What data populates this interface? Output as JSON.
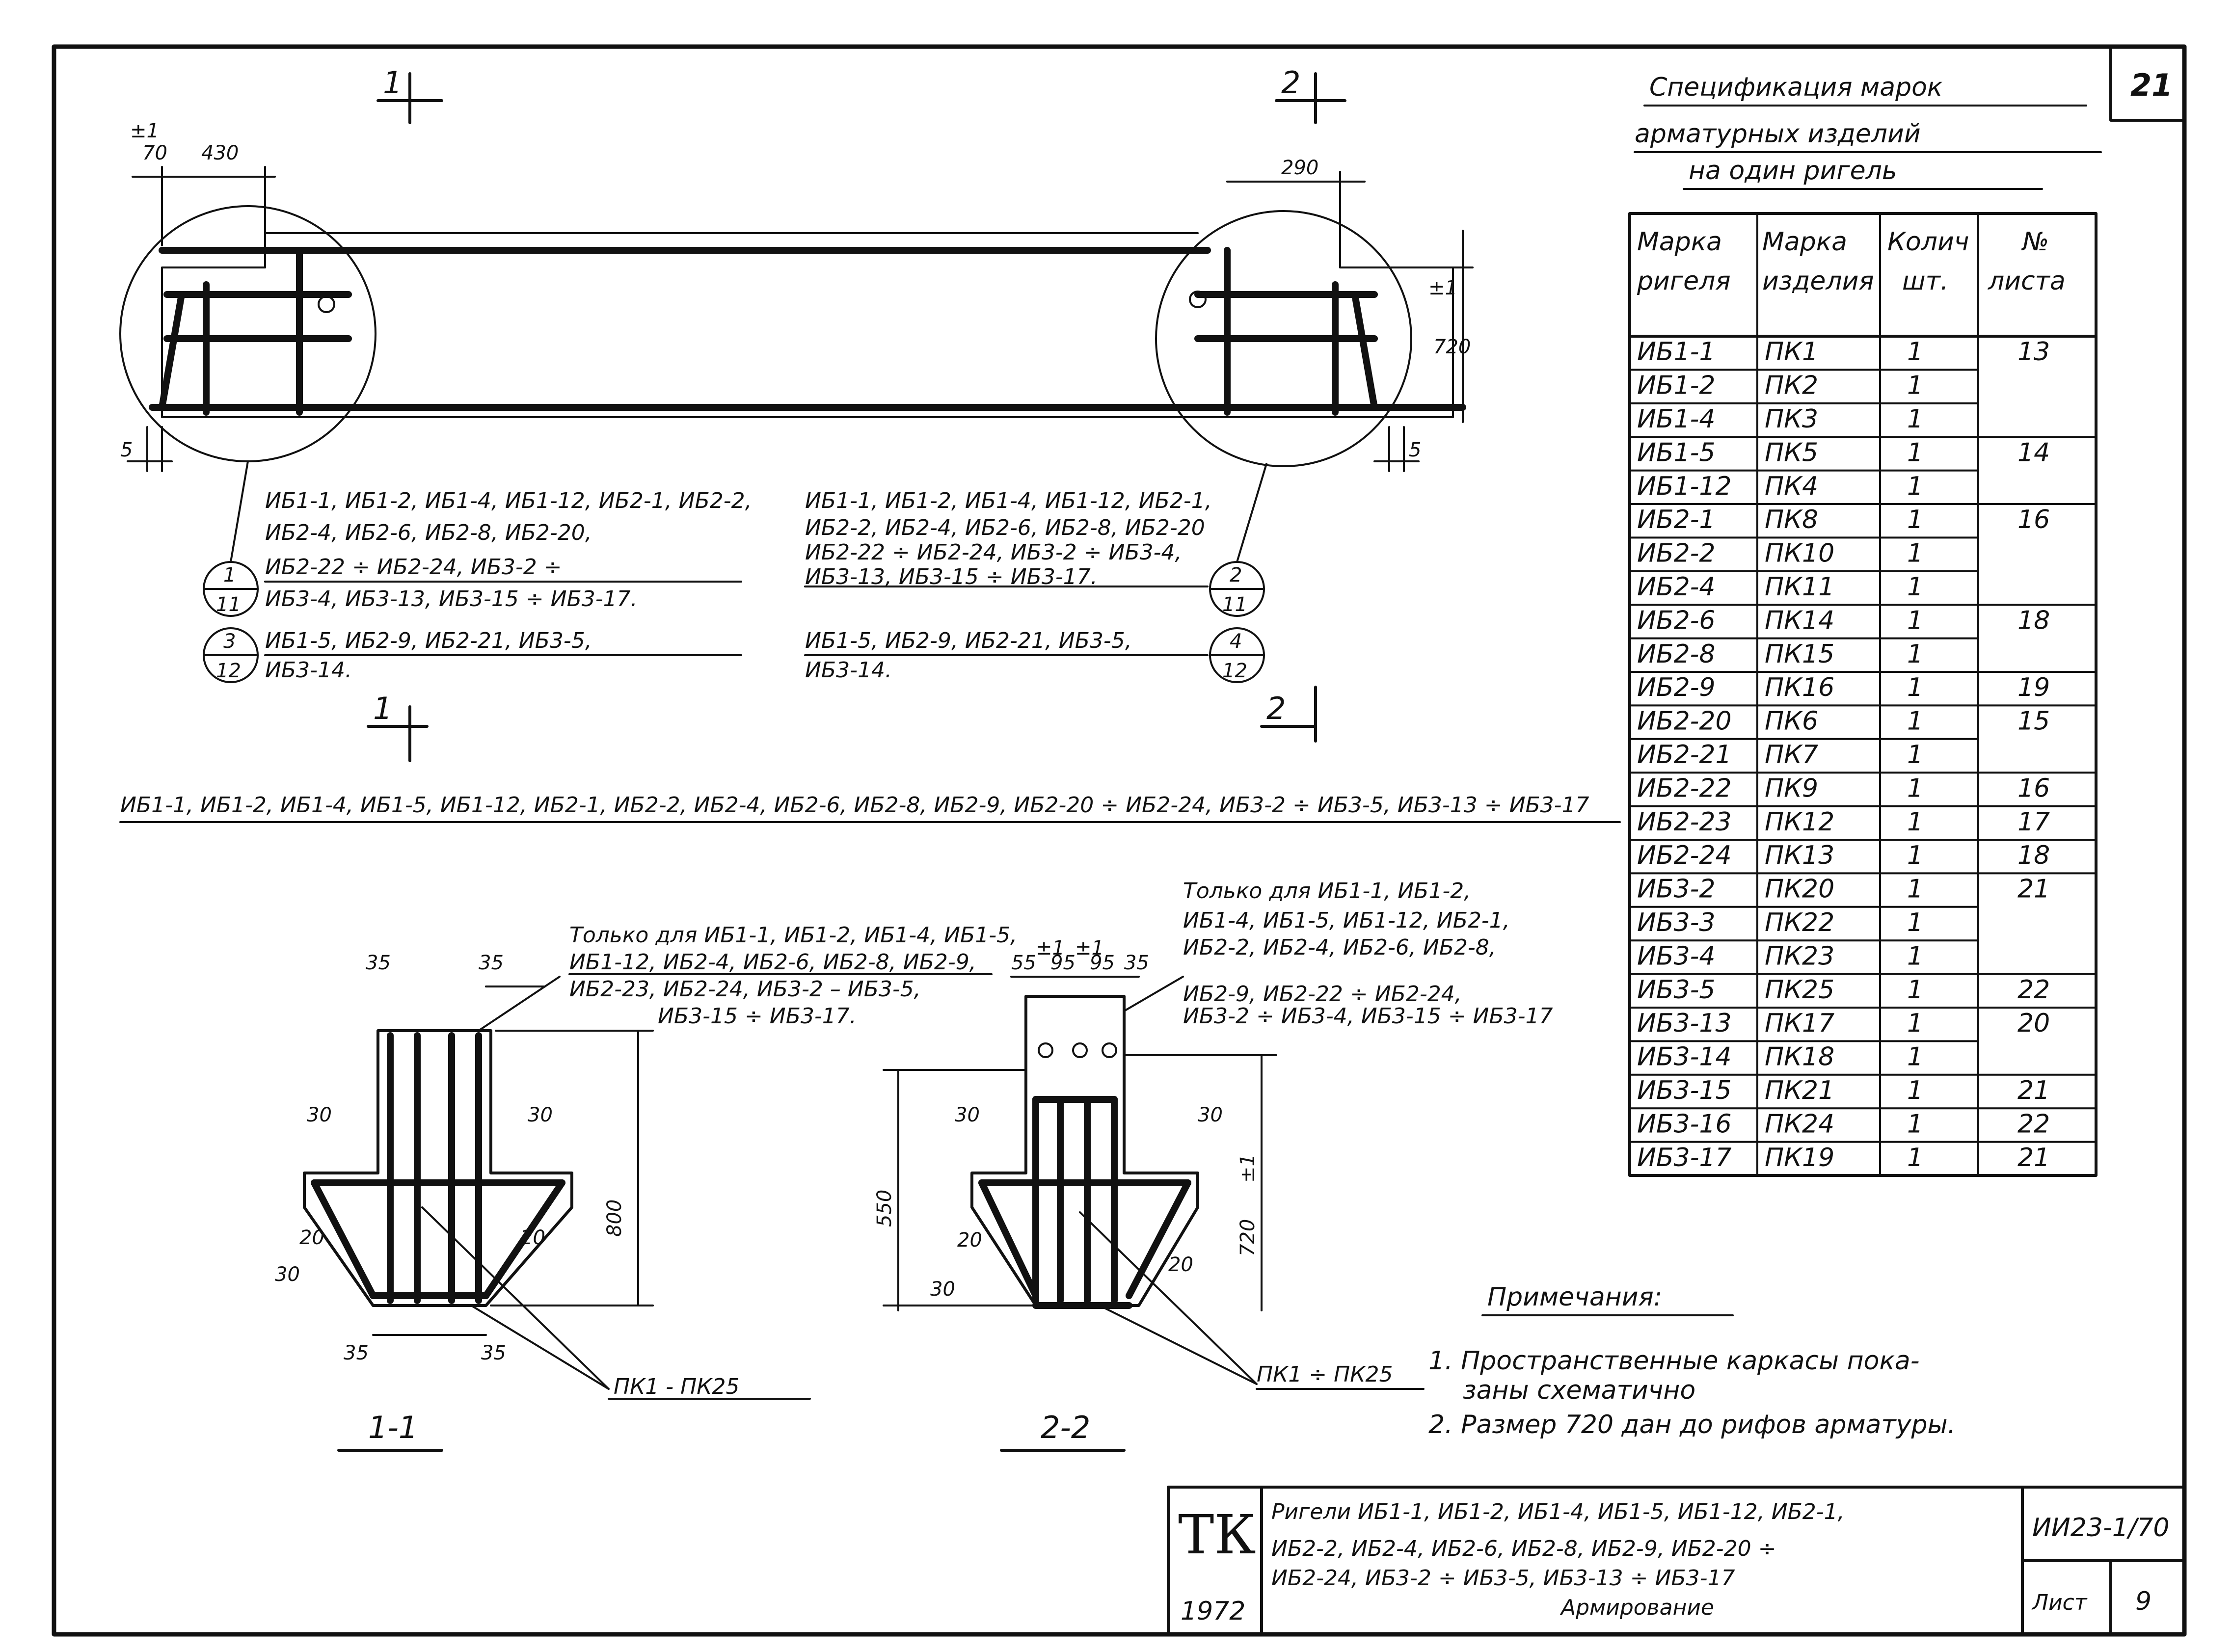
{
  "sheet": {
    "number": "21"
  },
  "spec": {
    "title_lines": [
      "Спецификация марок",
      "арматурных изделий",
      "на один ригель"
    ],
    "headers": [
      [
        "Марка",
        "ригеля"
      ],
      [
        "Марка",
        "изделия"
      ],
      [
        "Колич",
        "шт."
      ],
      [
        "№",
        "листа"
      ]
    ],
    "rows": [
      [
        "ИБ1-1",
        "ПК1",
        "1",
        "13"
      ],
      [
        "ИБ1-2",
        "ПК2",
        "1",
        ""
      ],
      [
        "ИБ1-4",
        "ПК3",
        "1",
        ""
      ],
      [
        "ИБ1-5",
        "ПК5",
        "1",
        "14"
      ],
      [
        "ИБ1-12",
        "ПК4",
        "1",
        ""
      ],
      [
        "ИБ2-1",
        "ПК8",
        "1",
        "16"
      ],
      [
        "ИБ2-2",
        "ПК10",
        "1",
        ""
      ],
      [
        "ИБ2-4",
        "ПК11",
        "1",
        ""
      ],
      [
        "ИБ2-6",
        "ПК14",
        "1",
        "18"
      ],
      [
        "ИБ2-8",
        "ПК15",
        "1",
        ""
      ],
      [
        "ИБ2-9",
        "ПК16",
        "1",
        "19"
      ],
      [
        "ИБ2-20",
        "ПК6",
        "1",
        "15"
      ],
      [
        "ИБ2-21",
        "ПК7",
        "1",
        ""
      ],
      [
        "ИБ2-22",
        "ПК9",
        "1",
        "16"
      ],
      [
        "ИБ2-23",
        "ПК12",
        "1",
        "17"
      ],
      [
        "ИБ2-24",
        "ПК13",
        "1",
        "18"
      ],
      [
        "ИБ3-2",
        "ПК20",
        "1",
        "21"
      ],
      [
        "ИБ3-3",
        "ПК22",
        "1",
        ""
      ],
      [
        "ИБ3-4",
        "ПК23",
        "1",
        ""
      ],
      [
        "ИБ3-5",
        "ПК25",
        "1",
        "22"
      ],
      [
        "ИБ3-13",
        "ПК17",
        "1",
        "20"
      ],
      [
        "ИБ3-14",
        "ПК18",
        "1",
        ""
      ],
      [
        "ИБ3-15",
        "ПК21",
        "1",
        "21"
      ],
      [
        "ИБ3-16",
        "ПК24",
        "1",
        "22"
      ],
      [
        "ИБ3-17",
        "ПК19",
        "1",
        "21"
      ]
    ]
  },
  "elevation": {
    "section_marks": [
      "1",
      "2"
    ],
    "dims": {
      "d70": "70",
      "d430": "430",
      "d290": "290",
      "d720": "720",
      "d5": "5",
      "tol": "±1"
    },
    "left_note": {
      "line1": "ИБ1-1, ИБ1-2, ИБ1-4, ИБ1-12, ИБ2-1, ИБ2-2,",
      "line2": "ИБ2-4, ИБ2-6, ИБ2-8, ИБ2-20,",
      "line3": "ИБ2-22 ÷ ИБ2-24, ИБ3-2 ÷",
      "line4": "ИБ3-4, ИБ3-13, ИБ3-15 ÷ ИБ3-17.",
      "line5": "ИБ1-5, ИБ2-9, ИБ2-21, ИБ3-5,",
      "line6": "ИБ3-14.",
      "c1_top": "1",
      "c1_bot": "11",
      "c2_top": "3",
      "c2_bot": "12"
    },
    "right_note": {
      "line1": "ИБ1-1, ИБ1-2, ИБ1-4, ИБ1-12, ИБ2-1,",
      "line2": "ИБ2-2, ИБ2-4, ИБ2-6, ИБ2-8, ИБ2-20",
      "line3": "ИБ2-22 ÷ ИБ2-24, ИБ3-2 ÷ ИБ3-4,",
      "line4": "ИБ3-13, ИБ3-15 ÷ ИБ3-17.",
      "line5": "ИБ1-5, ИБ2-9, ИБ2-21, ИБ3-5,",
      "line6": "ИБ3-14.",
      "c1_top": "2",
      "c1_bot": "11",
      "c2_top": "4",
      "c2_bot": "12"
    }
  },
  "sections_line": "ИБ1-1, ИБ1-2, ИБ1-4, ИБ1-5, ИБ1-12, ИБ2-1, ИБ2-2, ИБ2-4, ИБ2-6, ИБ2-8, ИБ2-9, ИБ2-20 ÷ ИБ2-24, ИБ3-2 ÷ ИБ3-5, ИБ3-13 ÷ ИБ3-17",
  "section11": {
    "label": "1-1",
    "note_lines": [
      "Только для ИБ1-1, ИБ1-2, ИБ1-4, ИБ1-5,",
      "ИБ1-12, ИБ2-4, ИБ2-6, ИБ2-8, ИБ2-9,",
      "ИБ2-23, ИБ2-24, ИБ3-2 – ИБ3-5,",
      "ИБ3-15 ÷ ИБ3-17."
    ],
    "dims": {
      "d35": "35",
      "d30": "30",
      "d20": "20",
      "d800": "800"
    },
    "leader": "ПК1 - ПК25"
  },
  "section22": {
    "label": "2-2",
    "note_lines": [
      "Только для ИБ1-1, ИБ1-2,",
      "ИБ1-4, ИБ1-5, ИБ1-12, ИБ2-1,",
      "ИБ2-2, ИБ2-4, ИБ2-6, ИБ2-8,",
      "ИБ2-9, ИБ2-22 ÷ ИБ2-24,",
      "ИБ3-2 ÷ ИБ3-4, ИБ3-15 ÷ ИБ3-17"
    ],
    "dims": {
      "d55": "55",
      "d95": "95",
      "d35": "35",
      "d30": "30",
      "d20": "20",
      "d550": "550",
      "d720": "720",
      "tol": "±1"
    },
    "leader": "ПК1 ÷ ПК25"
  },
  "notes": {
    "title": "Примечания:",
    "n1a": "1. Пространственные каркасы пока-",
    "n1b": "заны схематично",
    "n2": "2. Размер 720 дан до рифов арматуры."
  },
  "title_block": {
    "org": "ТК",
    "year": "1972",
    "desc1": "Ригели ИБ1-1, ИБ1-2, ИБ1-4, ИБ1-5, ИБ1-12, ИБ2-1,",
    "desc2": "ИБ2-2, ИБ2-4, ИБ2-6, ИБ2-8, ИБ2-9, ИБ2-20 ÷",
    "desc3": "ИБ2-24, ИБ3-2 ÷ ИБ3-5, ИБ3-13 ÷ ИБ3-17",
    "desc4": "Армирование",
    "code": "ИИ23-1/70",
    "sheet_label": "Лист",
    "sheet_value": "9"
  }
}
